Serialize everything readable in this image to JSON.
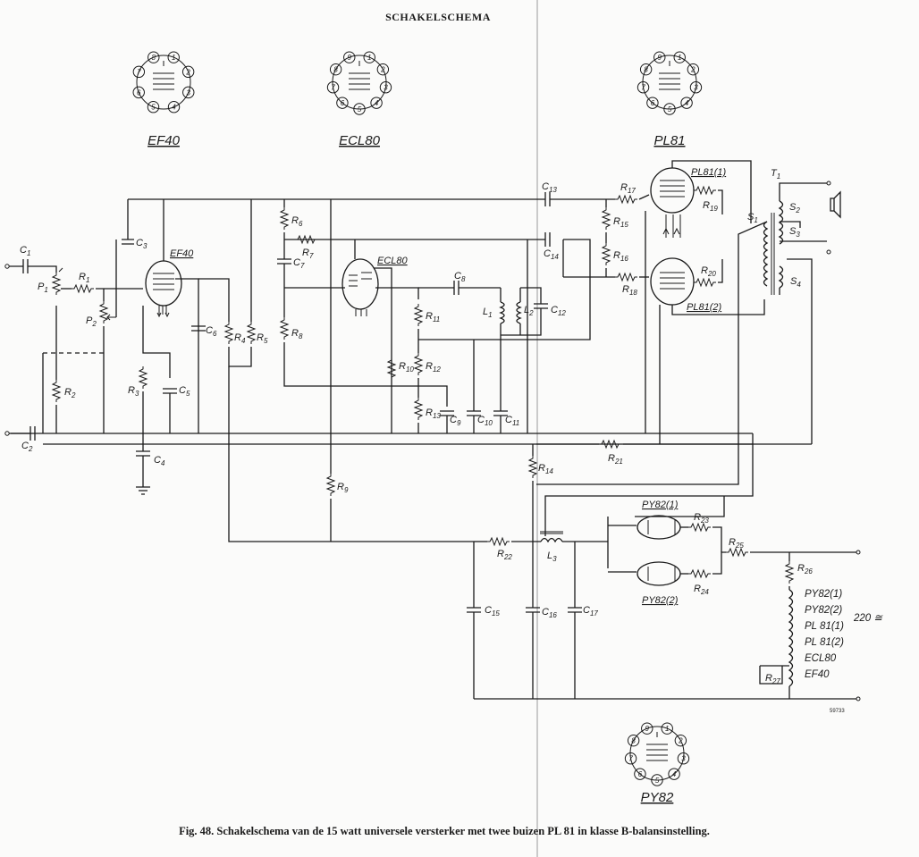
{
  "title": "SCHAKELSCHEMA",
  "caption": "Fig. 48. Schakelschema van de 15 watt universele versterker met twee buizen PL 81 in klasse B-balansinstelling.",
  "figure_number": "59733",
  "mains_label": "220 ≅",
  "bases": [
    {
      "name": "EF40",
      "pins": [
        "1",
        "2",
        "3",
        "4",
        "5",
        "6",
        "7",
        "8"
      ]
    },
    {
      "name": "ECL80",
      "pins": [
        "1",
        "2",
        "3",
        "4",
        "5",
        "6",
        "7",
        "8",
        "9"
      ]
    },
    {
      "name": "PL81",
      "pins": [
        "1",
        "2",
        "3",
        "4",
        "5",
        "6",
        "7",
        "8",
        "9"
      ]
    },
    {
      "name": "PY82",
      "pins": [
        "1",
        "2",
        "3",
        "4",
        "5",
        "6",
        "7",
        "8",
        "9"
      ]
    }
  ],
  "tubes": {
    "ef40": "EF40",
    "ecl80": "ECL80",
    "pl81_1": "PL81(1)",
    "pl81_2": "PL81(2)",
    "py82_1": "PY82(1)",
    "py82_2": "PY82(2)"
  },
  "heater_chain": [
    "PY82(1)",
    "PY82(2)",
    "PL 81(1)",
    "PL 81(2)",
    "ECL80",
    "EF40"
  ],
  "components": {
    "C1": "C1",
    "C2": "C2",
    "C3": "C3",
    "C4": "C4",
    "C5": "C5",
    "C6": "C6",
    "C7": "C7",
    "C8": "C8",
    "C9": "C9",
    "C10": "C10",
    "C11": "C11",
    "C12": "C12",
    "C13": "C13",
    "C14": "C14",
    "C15": "C15",
    "C16": "C16",
    "C17": "C17",
    "R1": "R1",
    "R2": "R2",
    "R3": "R3",
    "R4": "R4",
    "R5": "R5",
    "R6": "R6",
    "R7": "R7",
    "R8": "R8",
    "R9": "R9",
    "R10": "R10",
    "R11": "R11",
    "R12": "R12",
    "R13": "R13",
    "R14": "R14",
    "R15": "R15",
    "R16": "R16",
    "R17": "R17",
    "R18": "R18",
    "R19": "R19",
    "R20": "R20",
    "R21": "R21",
    "R22": "R22",
    "R23": "R23",
    "R24": "R24",
    "R25": "R25",
    "R26": "R26",
    "R27": "R27",
    "P1": "P1",
    "P2": "P2",
    "L1": "L1",
    "L2": "L2",
    "L3": "L3",
    "T1": "T1",
    "S1": "S1",
    "S2": "S2",
    "S3": "S3",
    "S4": "S4"
  },
  "colors": {
    "ink": "#1a1a1a",
    "paper": "#fbfbfa"
  }
}
